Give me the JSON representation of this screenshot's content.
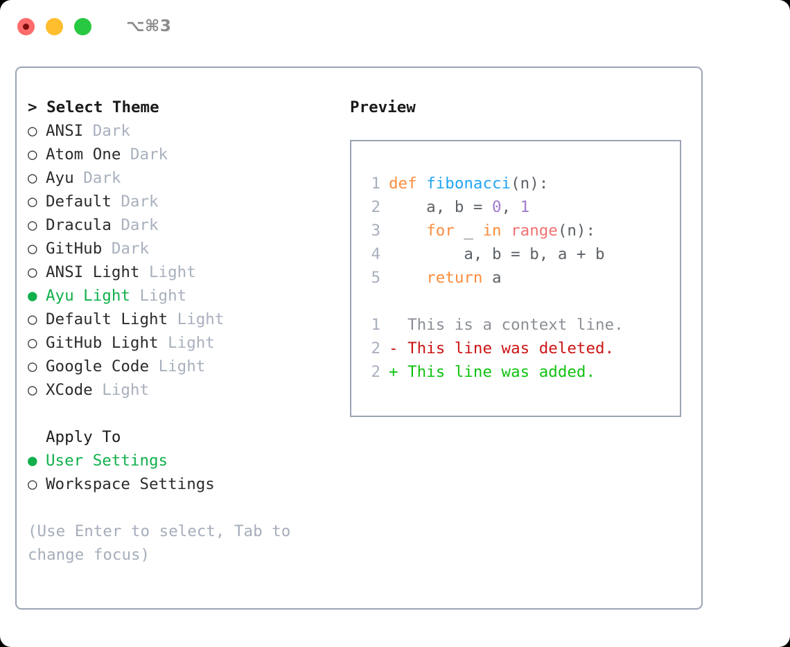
{
  "titlebar": {
    "shortcut": "⌥⌘3",
    "lights": [
      {
        "name": "close-button",
        "color": "#ff6b6b"
      },
      {
        "name": "minimize-button",
        "color": "#ffbe2e"
      },
      {
        "name": "maximize-button",
        "color": "#28c840"
      }
    ]
  },
  "theme_picker": {
    "heading": "> Select Theme",
    "items": [
      {
        "marker": "○",
        "name": "ANSI",
        "variant": "Dark",
        "selected": false
      },
      {
        "marker": "○",
        "name": "Atom One",
        "variant": "Dark",
        "selected": false
      },
      {
        "marker": "○",
        "name": "Ayu",
        "variant": "Dark",
        "selected": false
      },
      {
        "marker": "○",
        "name": "Default",
        "variant": "Dark",
        "selected": false
      },
      {
        "marker": "○",
        "name": "Dracula",
        "variant": "Dark",
        "selected": false
      },
      {
        "marker": "○",
        "name": "GitHub",
        "variant": "Dark",
        "selected": false
      },
      {
        "marker": "○",
        "name": "ANSI Light",
        "variant": "Light",
        "selected": false
      },
      {
        "marker": "●",
        "name": "Ayu Light",
        "variant": "Light",
        "selected": true
      },
      {
        "marker": "○",
        "name": "Default Light",
        "variant": "Light",
        "selected": false
      },
      {
        "marker": "○",
        "name": "GitHub Light",
        "variant": "Light",
        "selected": false
      },
      {
        "marker": "○",
        "name": "Google Code",
        "variant": "Light",
        "selected": false
      },
      {
        "marker": "○",
        "name": "XCode",
        "variant": "Light",
        "selected": false
      }
    ]
  },
  "apply_to": {
    "heading": "Apply To",
    "items": [
      {
        "marker": "●",
        "name": "User Settings",
        "selected": true
      },
      {
        "marker": "○",
        "name": "Workspace Settings",
        "selected": false
      }
    ]
  },
  "hint": "(Use Enter to select, Tab to change focus)",
  "preview": {
    "label": "Preview",
    "code_lines": [
      {
        "number": "1",
        "tokens": [
          {
            "text": "def",
            "kind": "kw"
          },
          {
            "text": " ",
            "kind": "pln"
          },
          {
            "text": "fibonacci",
            "kind": "fn"
          },
          {
            "text": "(n):",
            "kind": "pln"
          }
        ]
      },
      {
        "number": "2",
        "tokens": [
          {
            "text": "    a, b = ",
            "kind": "pln"
          },
          {
            "text": "0",
            "kind": "num"
          },
          {
            "text": ", ",
            "kind": "pln"
          },
          {
            "text": "1",
            "kind": "num"
          }
        ]
      },
      {
        "number": "3",
        "tokens": [
          {
            "text": "    ",
            "kind": "pln"
          },
          {
            "text": "for",
            "kind": "kw"
          },
          {
            "text": " _ ",
            "kind": "pln"
          },
          {
            "text": "in",
            "kind": "kw"
          },
          {
            "text": " ",
            "kind": "pln"
          },
          {
            "text": "range",
            "kind": "call"
          },
          {
            "text": "(n):",
            "kind": "pln"
          }
        ]
      },
      {
        "number": "4",
        "tokens": [
          {
            "text": "        a, b = b, a + b",
            "kind": "pln"
          }
        ]
      },
      {
        "number": "5",
        "tokens": [
          {
            "text": "    ",
            "kind": "kw"
          },
          {
            "text": "return",
            "kind": "kw"
          },
          {
            "text": " a",
            "kind": "pln"
          }
        ]
      }
    ],
    "diff_lines": [
      {
        "number": "1",
        "marker": " ",
        "text": "This is a context line.",
        "kind": "ctx"
      },
      {
        "number": "2",
        "marker": "-",
        "text": "This line was deleted.",
        "kind": "del"
      },
      {
        "number": "2",
        "marker": "+",
        "text": "This line was added.",
        "kind": "add"
      }
    ]
  },
  "colors": {
    "accent_green": "#11b04b",
    "border": "#9aa4b4",
    "muted": "#a8b0bd",
    "keyword": "#fa8d3e",
    "function": "#22a4f2",
    "number": "#a37acc",
    "call": "#f07171",
    "diff_delete": "#cc1414",
    "diff_add": "#11c211"
  }
}
